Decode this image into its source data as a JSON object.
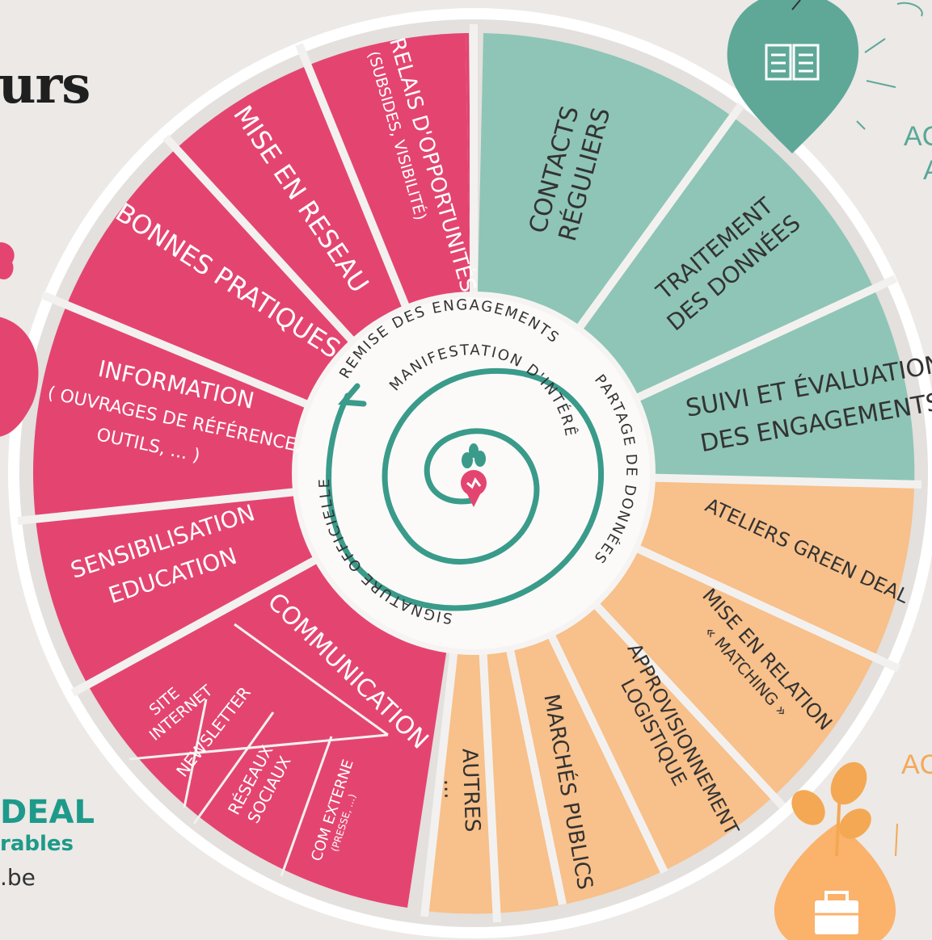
{
  "header": {
    "title_fragment": "urs"
  },
  "wheel": {
    "red_segments": {
      "relais": [
        "RELAIS D'OPPORTUNITÉS",
        "(SUBSIDES, VISIBILITÉ)"
      ],
      "mise_en_reseau": "MISE EN RESEAU",
      "bonnes_pratiques": "BONNES PRATIQUES",
      "information": [
        "INFORMATION",
        "( OUVRAGES DE RÉFÉRENCE,",
        "OUTILS, ... )"
      ],
      "sensibilisation": [
        "SENSIBILISATION",
        "EDUCATION"
      ],
      "communication": "COMMUNICATION",
      "site_internet": [
        "SITE",
        "INTERNET"
      ],
      "newsletter": "NEWSLETTER",
      "reseaux_sociaux": [
        "RÉSEAUX",
        "SOCIAUX"
      ],
      "com_externe": [
        "COM EXTERNE",
        "(PRESSE, ...)"
      ]
    },
    "green_segments": {
      "contacts": [
        "CONTACTS",
        "RÉGULIERS"
      ],
      "traitement": [
        "TRAITEMENT",
        "DES DONNÉES"
      ],
      "suivi": [
        "SUIVI ET ÉVALUATION",
        "DES ENGAGEMENTS"
      ]
    },
    "orange_segments": {
      "ateliers": "ATELIERS GREEN DEAL",
      "mise_en_relation": [
        "MISE EN RELATION",
        "« MATCHING »"
      ],
      "approvisionnement": [
        "APPROVISIONNEMENT",
        "LOGISTIQUE"
      ],
      "marches_publics": "MARCHÉS PUBLICS",
      "autres": [
        "AUTRES",
        "..."
      ]
    },
    "center": {
      "remise": "REMISE DES ENGAGEMENTS",
      "manifestation": "MANIFESTATION D'INTÉRÊT",
      "partage": "PARTAGE DE DONNÉES",
      "signature": "SIGNATURE OFFICIELLE"
    }
  },
  "side_labels": {
    "right_top": "ACC",
    "right_top_2": "A",
    "right_bottom": "ACC"
  },
  "logo": {
    "main": "DEAL",
    "sub": "rables",
    "url": ".be"
  },
  "colors": {
    "red": "#e44570",
    "green": "#7dbfae",
    "orange": "#f9bf85",
    "teal_icon": "#5fa898",
    "orange_icon": "#fbb26b"
  },
  "icons": [
    "book-icon",
    "briefcase-icon",
    "radish-icon",
    "leaf-icon"
  ]
}
